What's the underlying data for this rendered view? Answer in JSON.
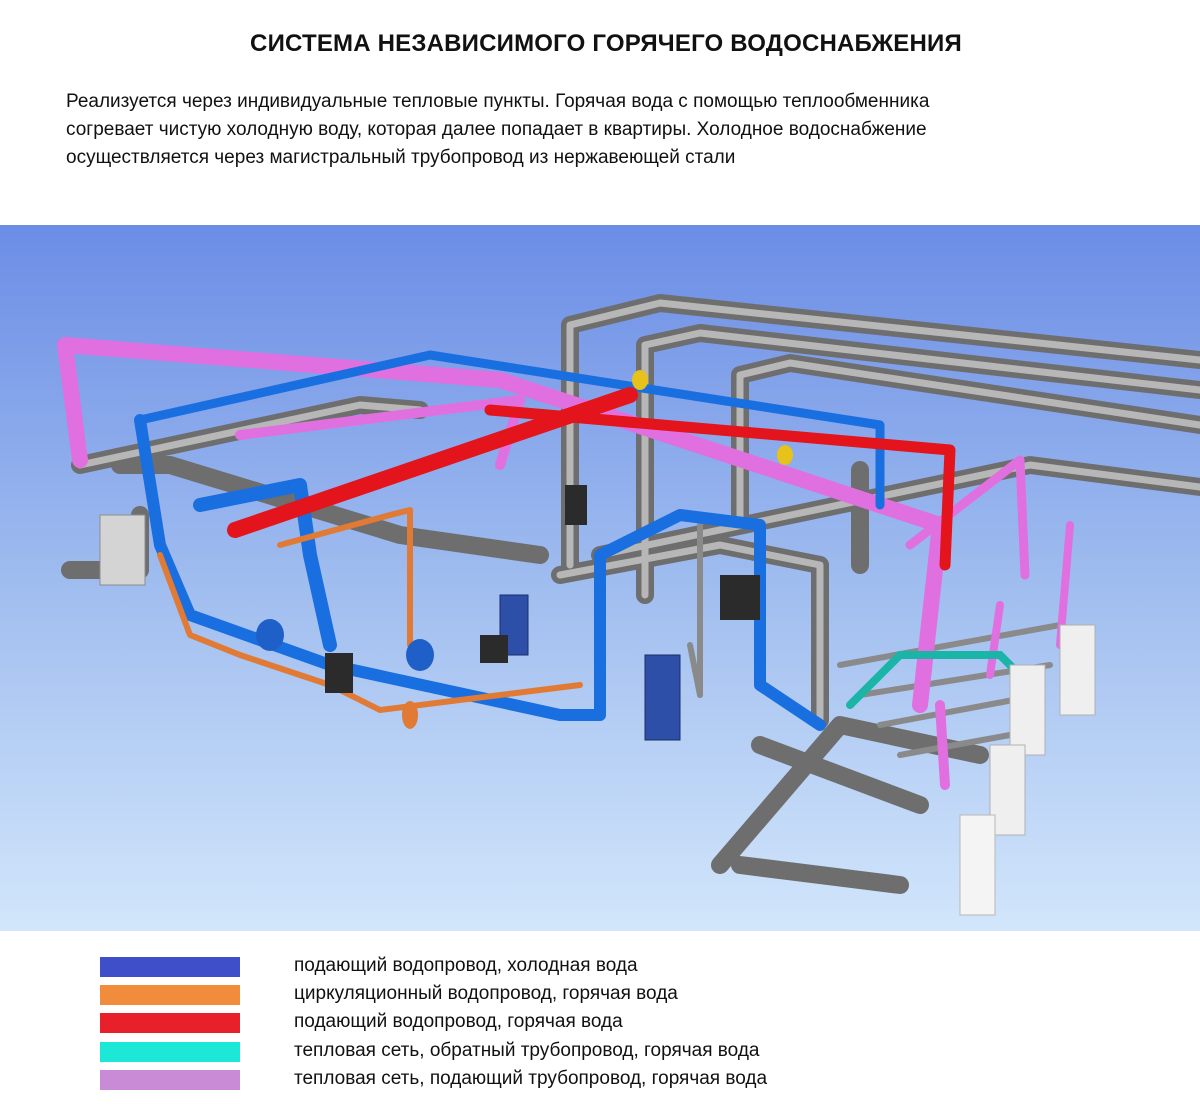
{
  "title": "СИСТЕМА НЕЗАВИСИМОГО ГОРЯЧЕГО ВОДОСНАБЖЕНИЯ",
  "description": [
    "Реализуется через индивидуальные тепловые пункты. Горячая вода с помощью теплообменника",
    "согревает чистую холодную воду, которая далее попадает в квартиры. Холодное водоснабжение",
    "осуществляется через магистральный трубопровод из нержавеющей стали"
  ],
  "legend": [
    {
      "color": "#3f4fc9",
      "label": "подающий водопровод, холодная вода"
    },
    {
      "color": "#f08c3c",
      "label": "циркуляционный водопровод, горячая вода"
    },
    {
      "color": "#e8202a",
      "label": "подающий водопровод, горячая вода"
    },
    {
      "color": "#1de8d8",
      "label": "тепловая сеть, обратный трубопровод, горячая вода"
    },
    {
      "color": "#c98ad6",
      "label": "тепловая сеть, подающий трубопровод, горячая вода"
    }
  ],
  "colors": {
    "background_top": "#6d8fe6",
    "background_bottom": "#cfe4fb",
    "cold_supply": "#1a6fe0",
    "hot_circulation": "#e07a35",
    "hot_supply": "#e3141c",
    "network_return": "#1bb5a8",
    "network_supply": "#e070e0",
    "steel": "#8a8a8a"
  }
}
